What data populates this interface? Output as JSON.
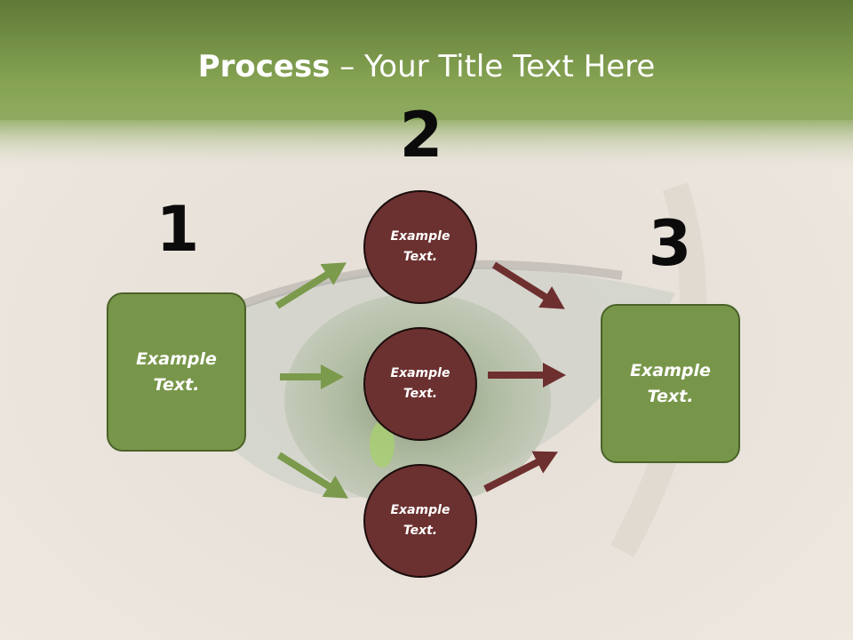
{
  "title": {
    "bold": "Process",
    "rest": " – Your Title Text Here"
  },
  "steps": {
    "n1": "1",
    "n2": "2",
    "n3": "3"
  },
  "boxes": {
    "left": "Example\nText.",
    "right": "Example\nText."
  },
  "circles": {
    "top": "Example\nText.",
    "middle": "Example\nText.",
    "bottom": "Example\nText."
  },
  "colors": {
    "header_green": "#7f9d4d",
    "box_green": "#78964a",
    "circle_maroon": "#6b3130",
    "arrow_green": "#7b9a4c",
    "arrow_maroon": "#6e2f2f"
  }
}
